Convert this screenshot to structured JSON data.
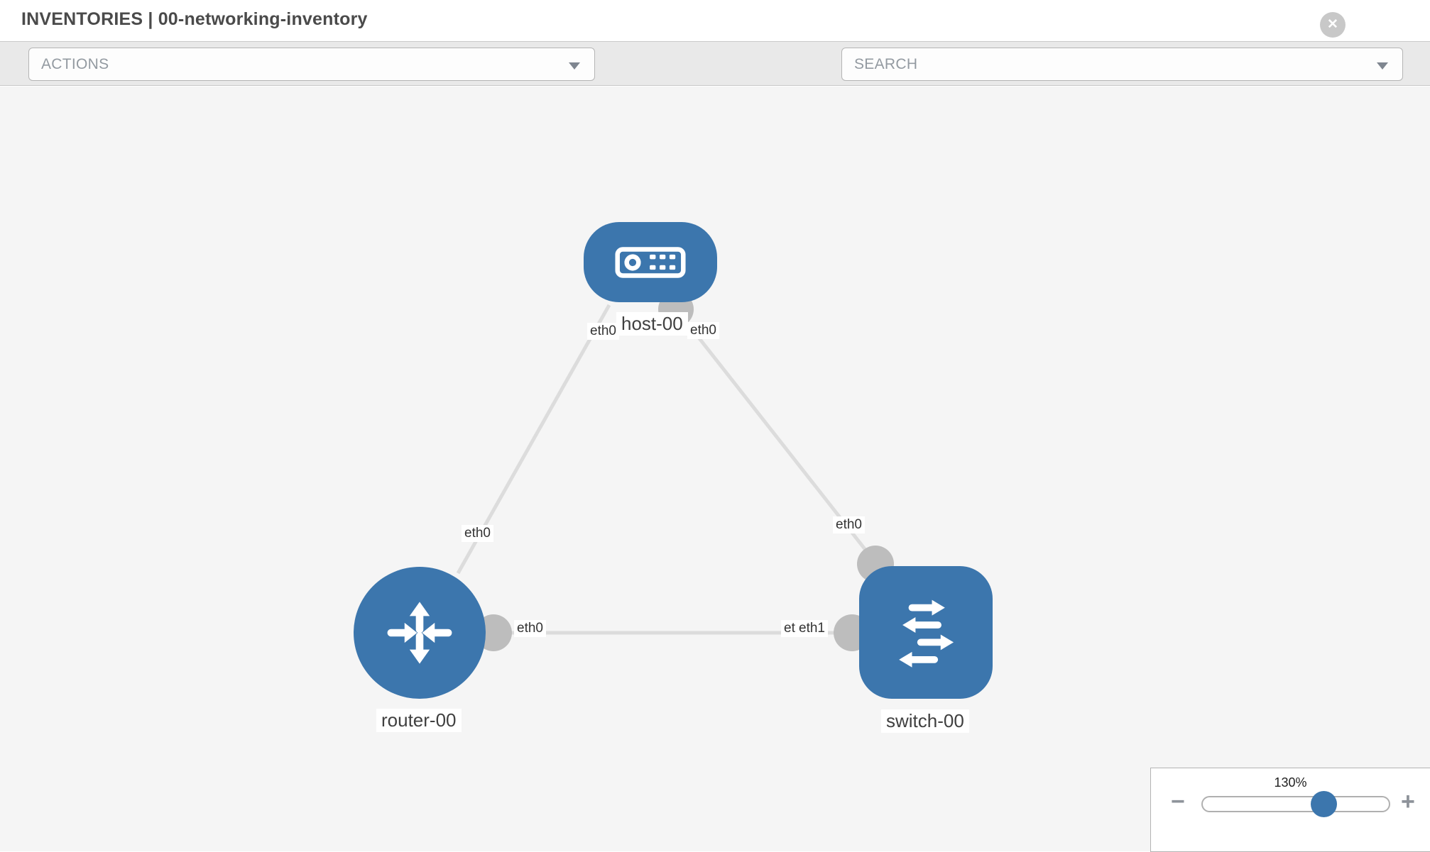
{
  "header": {
    "title": "INVENTORIES | 00-networking-inventory"
  },
  "toolbar": {
    "actions_label": "ACTIONS",
    "search_placeholder": "SEARCH"
  },
  "topology": {
    "nodes": [
      {
        "label": "host-00",
        "type": "host"
      },
      {
        "label": "router-00",
        "type": "router"
      },
      {
        "label": "switch-00",
        "type": "switch"
      }
    ],
    "links": [
      {
        "from": "host-00",
        "to": "router-00",
        "from_interface": "eth0",
        "to_interface": "eth0"
      },
      {
        "from": "host-00",
        "to": "switch-00",
        "from_interface": "eth0",
        "to_interface": "eth0"
      },
      {
        "from": "router-00",
        "to": "switch-00",
        "from_interface": "eth0",
        "to_interface": "eth1"
      }
    ],
    "interfaces": {
      "host_to_router": "eth0",
      "host_to_switch": "eth0",
      "router_to_host": "eth0",
      "router_to_switch": "eth0",
      "switch_to_host": "eth0",
      "switch_to_router_under": "eth0",
      "switch_to_router": "eth1"
    }
  },
  "zoom_control": {
    "level": "130%",
    "minus_glyph": "−",
    "plus_glyph": "+"
  },
  "icons": {
    "close_glyph": "✕"
  },
  "colors": {
    "node_blue": "#3c76ad",
    "link_gray": "#dcdcdc",
    "connector_gray": "#bdbdbd",
    "canvas_bg": "#f5f5f5",
    "toolbar_bg": "#e9e9e9"
  }
}
